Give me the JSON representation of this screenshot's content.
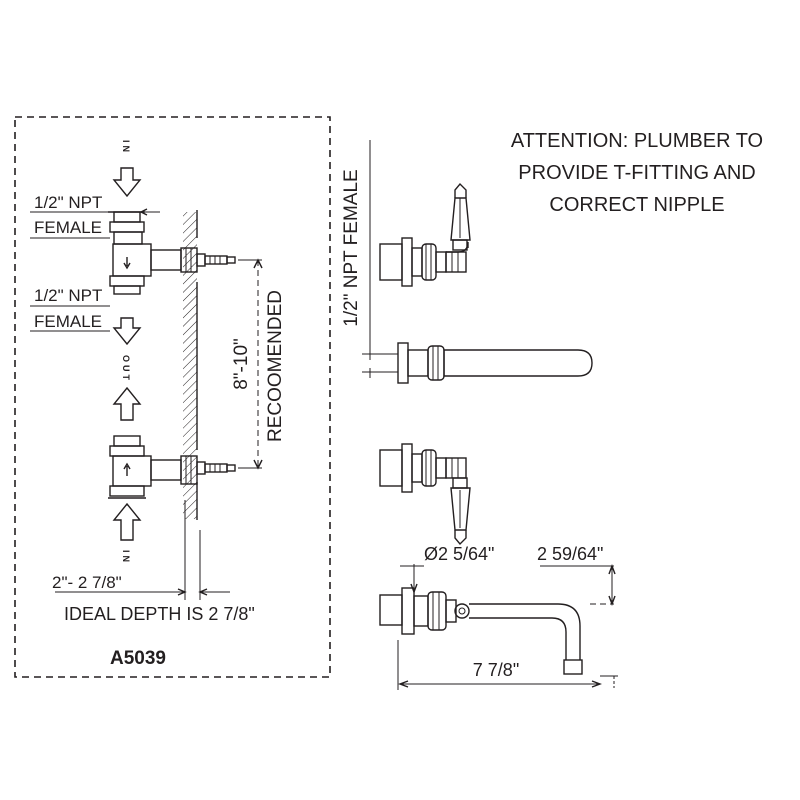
{
  "model": "A5039",
  "notes": {
    "attention": [
      "ATTENTION: PLUMBER TO",
      "PROVIDE T-FITTING AND",
      "CORRECT NIPPLE"
    ],
    "ideal_depth": "IDEAL DEPTH IS 2 7/8\""
  },
  "labels": {
    "npt_top_line1": "1/2\" NPT",
    "npt_top_line2": "FEMALE",
    "npt_mid_line1": "1/2\" NPT",
    "npt_mid_line2": "FEMALE",
    "in_top": "IN",
    "out": "OUT",
    "in_bottom": "IN",
    "npt_vertical": "1/2\" NPT FEMALE",
    "recommended": "RECOOMENDED"
  },
  "dimensions": {
    "depth_range": "2\"- 2 7/8\"",
    "valve_spacing": "8\"-10\"",
    "flange_diameter": "Ø2 5/64\"",
    "spout_height": "2 59/64\"",
    "spout_length": "7 7/8\""
  },
  "colors": {
    "line": "#231f20",
    "background": "#ffffff"
  }
}
